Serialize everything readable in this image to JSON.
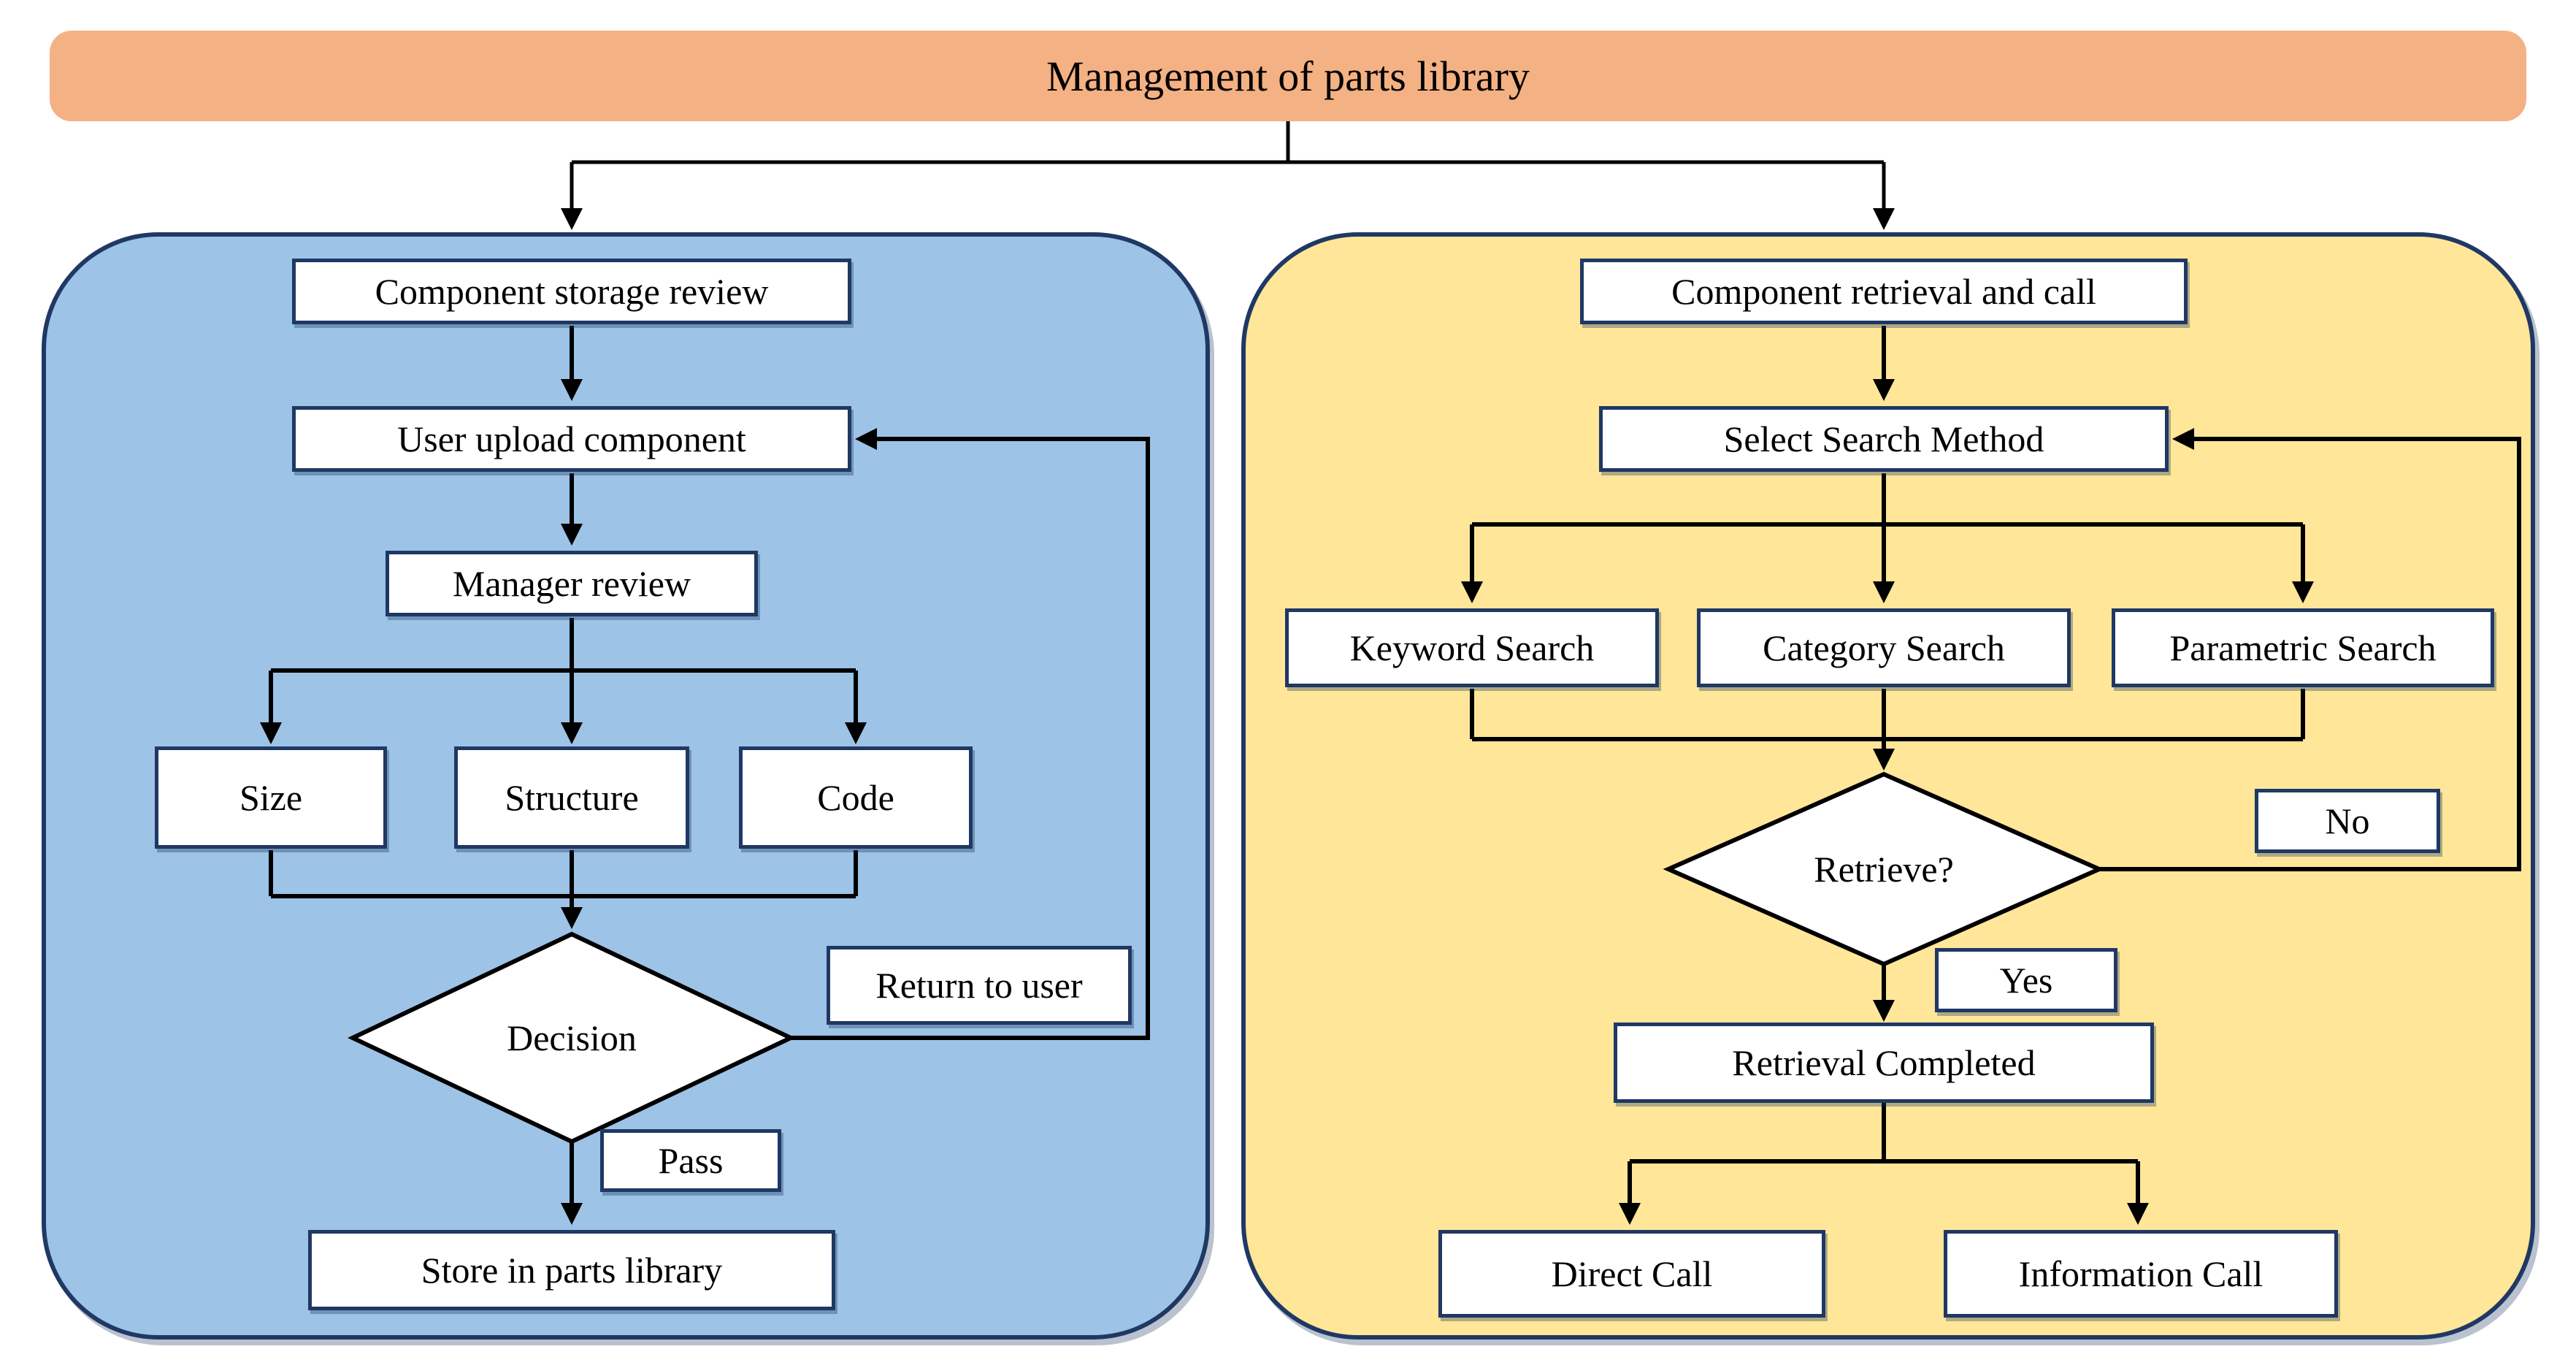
{
  "title": "Management of parts library",
  "palette": {
    "header_fill": "#F4B183",
    "left_panel_fill": "#9DC3E6",
    "right_panel_fill": "#FFE699",
    "box_border": "#1F3864",
    "box_fill": "#FFFFFF",
    "line_color": "#000000",
    "text_color": "#000000"
  },
  "nodes": {
    "storage_review": "Component storage review",
    "user_upload": "User upload component",
    "manager_review": "Manager review",
    "size": "Size",
    "structure": "Structure",
    "code": "Code",
    "decision": "Decision",
    "return_to_user": "Return to user",
    "pass_label": "Pass",
    "store": "Store in parts library",
    "retrieval_call": "Component retrieval and call",
    "select_method": "Select Search Method",
    "keyword_search": "Keyword Search",
    "category_search": "Category Search",
    "parametric_search": "Parametric Search",
    "retrieve": "Retrieve?",
    "no_label": "No",
    "yes_label": "Yes",
    "retrieval_completed": "Retrieval Completed",
    "direct_call": "Direct Call",
    "information_call": "Information Call"
  }
}
